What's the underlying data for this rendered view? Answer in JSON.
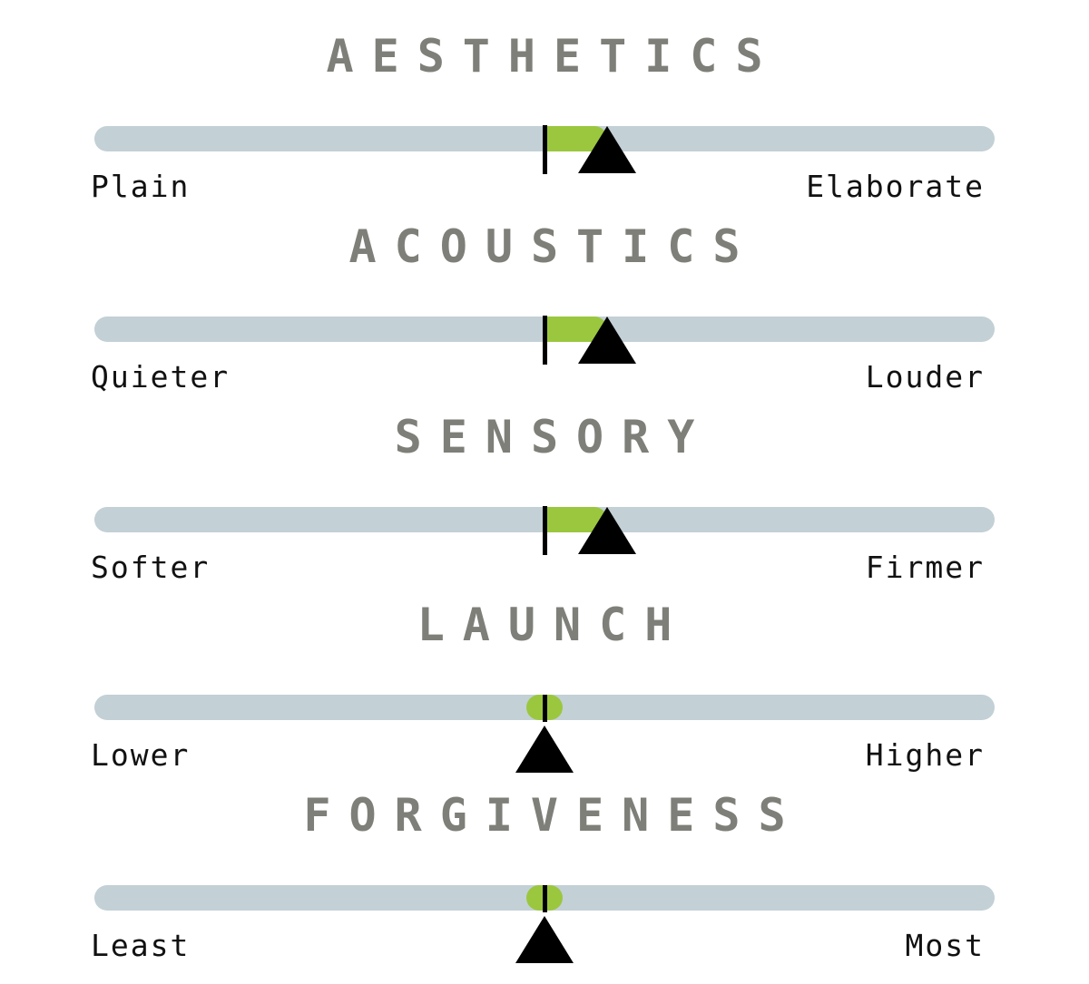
{
  "scales": [
    {
      "title": "AESTHETICS",
      "left_label": "Plain",
      "right_label": "Elaborate",
      "value": 0.14
    },
    {
      "title": "ACOUSTICS",
      "left_label": "Quieter",
      "right_label": "Louder",
      "value": 0.14
    },
    {
      "title": "SENSORY",
      "left_label": "Softer",
      "right_label": "Firmer",
      "value": 0.14
    },
    {
      "title": "LAUNCH",
      "left_label": "Lower",
      "right_label": "Higher",
      "value": 0.0
    },
    {
      "title": "FORGIVENESS",
      "left_label": "Least",
      "right_label": "Most",
      "value": 0.0
    }
  ],
  "colors": {
    "track": "#c3d0d6",
    "fill": "#9bc73f",
    "marker": "#000000",
    "title": "#7d7f78",
    "label": "#111111"
  }
}
